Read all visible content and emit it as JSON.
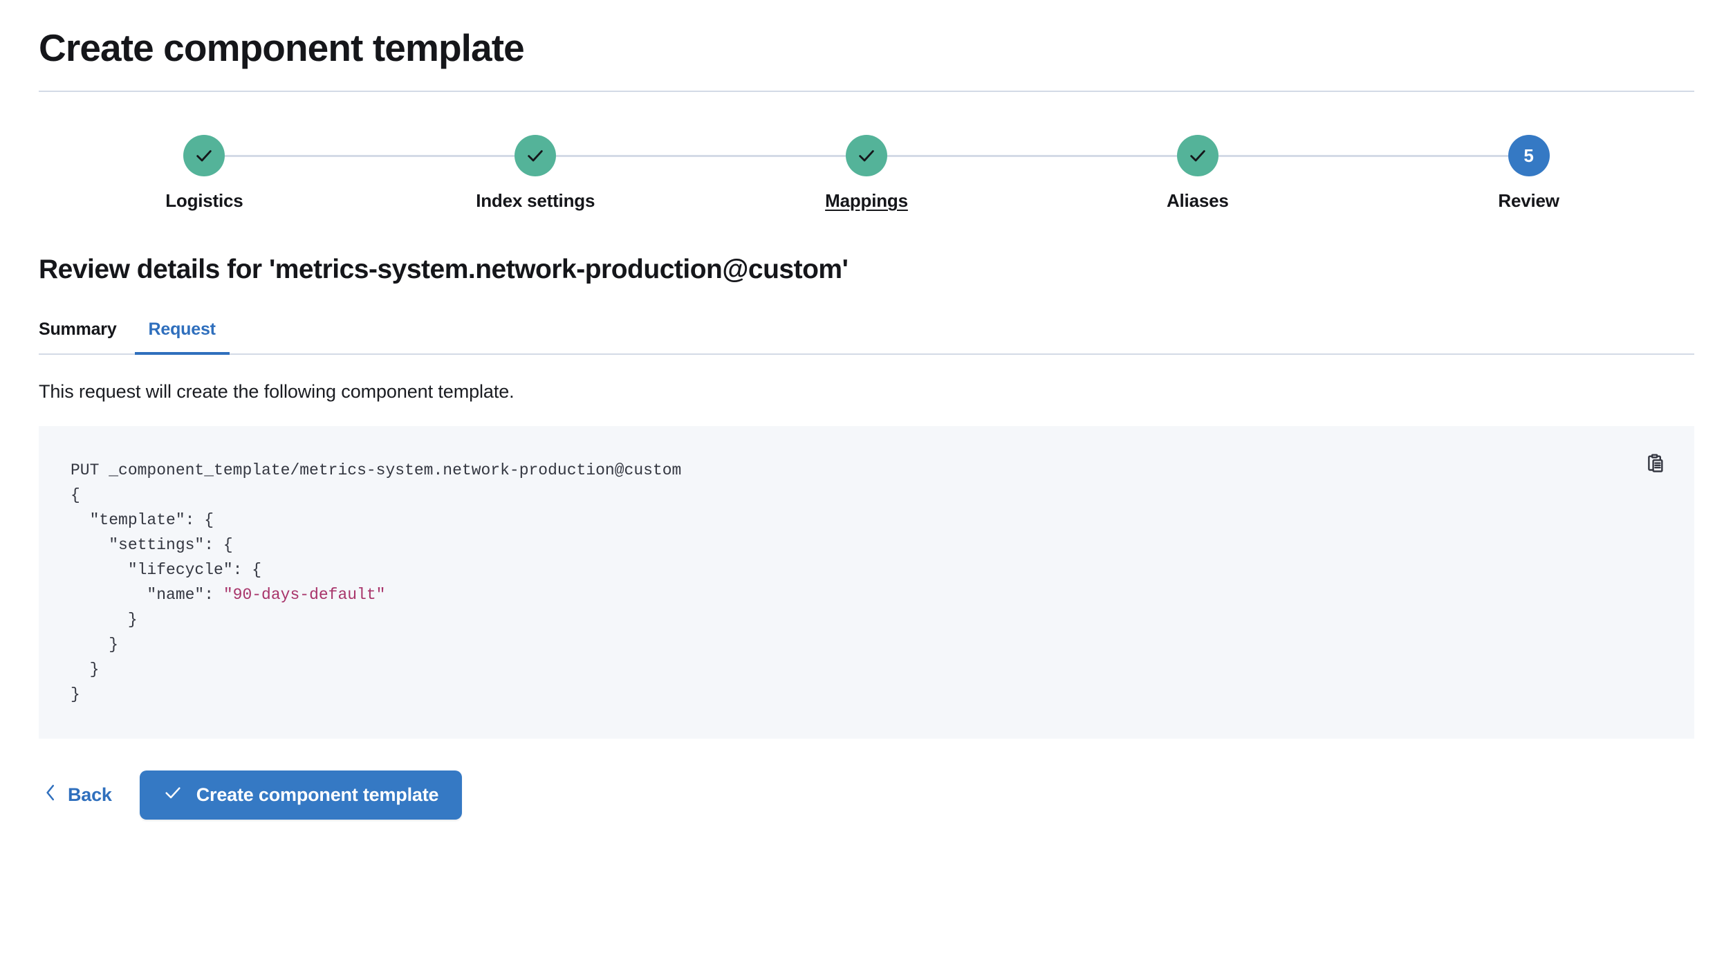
{
  "header": {
    "title": "Create component template"
  },
  "stepper": {
    "steps": [
      {
        "label": "Logistics",
        "state": "complete",
        "marker": "check",
        "hovered": false
      },
      {
        "label": "Index settings",
        "state": "complete",
        "marker": "check",
        "hovered": false
      },
      {
        "label": "Mappings",
        "state": "complete",
        "marker": "check",
        "hovered": true
      },
      {
        "label": "Aliases",
        "state": "complete",
        "marker": "check",
        "hovered": false
      },
      {
        "label": "Review",
        "state": "current",
        "marker": "5",
        "hovered": false
      }
    ],
    "colors": {
      "complete": "#54b399",
      "current": "#3579c4",
      "connector": "#d3dae6"
    }
  },
  "review": {
    "heading": "Review details for 'metrics-system.network-production@custom'",
    "tabs": [
      {
        "label": "Summary",
        "active": false
      },
      {
        "label": "Request",
        "active": true
      }
    ],
    "description": "This request will create the following component template.",
    "copy_icon": "clipboard-copy-icon"
  },
  "request": {
    "method": "PUT",
    "path": "_component_template/metrics-system.network-production@custom",
    "line1": "PUT _component_template/metrics-system.network-production@custom",
    "body_lines": [
      "{",
      "  \"template\": {",
      "    \"settings\": {",
      "      \"lifecycle\": {"
    ],
    "name_key": "        \"name\": ",
    "name_value": "\"90-days-default\"",
    "closing_lines": [
      "      }",
      "    }",
      "  }",
      "}"
    ],
    "string_color": "#a8346a"
  },
  "footer": {
    "back_label": "Back",
    "back_icon": "chevron-left-icon",
    "submit_label": "Create component template",
    "submit_icon": "check-icon",
    "submit_color": "#3579c4"
  }
}
